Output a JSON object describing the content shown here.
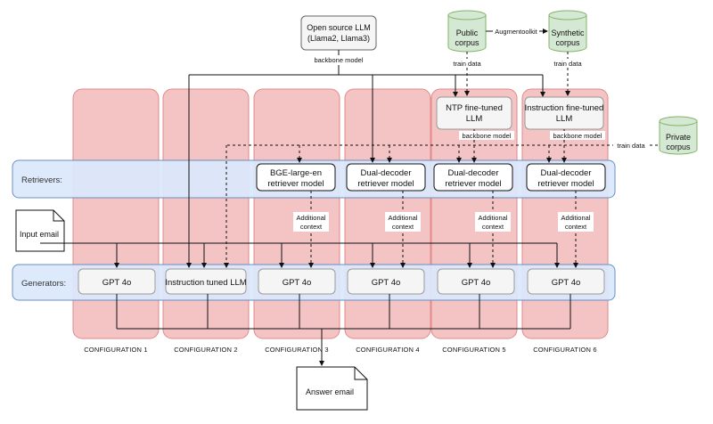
{
  "llm_source": {
    "line1": "Open source LLM",
    "line2": "(Llama2, Llama3)"
  },
  "backbone_label": "backbone model",
  "public_corpus": {
    "line1": "Public",
    "line2": "corpus"
  },
  "synthetic_corpus": {
    "line1": "Synthetic",
    "line2": "corpus"
  },
  "private_corpus": {
    "line1": "Private",
    "line2": "corpus"
  },
  "augmentoolkit_label": "Augmentoolkit",
  "train_data_label": "train data",
  "ntp_llm": {
    "line1": "NTP fine-tuned",
    "line2": "LLM"
  },
  "instruction_llm": {
    "line1": "Instruction fine-tuned",
    "line2": "LLM"
  },
  "retrievers_label": "Retrievers:",
  "generators_label": "Generators:",
  "bge_retriever": {
    "line1": "BGE-large-en",
    "line2": "retriever model"
  },
  "dual_retriever": {
    "line1": "Dual-decoder",
    "line2": "retriever model"
  },
  "additional_context": {
    "line1": "Additional",
    "line2": "context"
  },
  "input_email": "Input email",
  "answer_email": "Answer email",
  "gpt_label": "GPT 4o",
  "instruction_tuned_llm": "Instruction tuned LLM",
  "configurations": [
    "CONFIGURATION 1",
    "CONFIGURATION 2",
    "CONFIGURATION 3",
    "CONFIGURATION 4",
    "CONFIGURATION 5",
    "CONFIGURATION 6"
  ],
  "colors": {
    "config_fill": "#f4c3c3",
    "config_stroke": "#e08a8a",
    "band_fill": "#dae8fc",
    "band_stroke": "#6c8ebf",
    "corpus_fill": "#d5e8d4",
    "corpus_stroke": "#82b366",
    "gray_fill": "#f5f5f5"
  }
}
